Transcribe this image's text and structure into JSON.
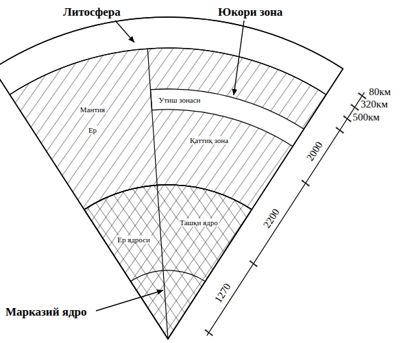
{
  "diagram": {
    "labels": [
      "Литосфера",
      "Юкори зона",
      "Мантия",
      "Ер",
      "Утиш зонаси",
      "Қаттиқ зона",
      "Ташқи ядро",
      "Ер ядроси",
      "Марказий ядро",
      "80км",
      "320км",
      "500км",
      "2000",
      "2200",
      "1270"
    ]
  }
}
